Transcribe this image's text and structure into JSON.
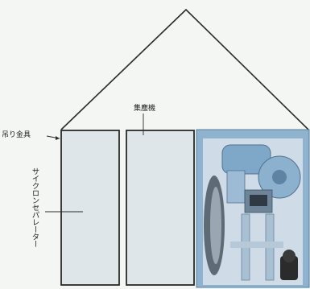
{
  "labels": {
    "hook": "吊り金具",
    "dust_collector": "集塵機",
    "cyclone_separator": "サイクロンセパレーター"
  },
  "colors": {
    "background": "#f4f6f4",
    "outline": "#2a2a2a",
    "panel_fill": "#dfe6ea",
    "machine_frame": "#8fb3cf",
    "machine_body": "#cfdbe6",
    "motor": "#7fa7c8",
    "dark_part": "#2b2b2b"
  }
}
